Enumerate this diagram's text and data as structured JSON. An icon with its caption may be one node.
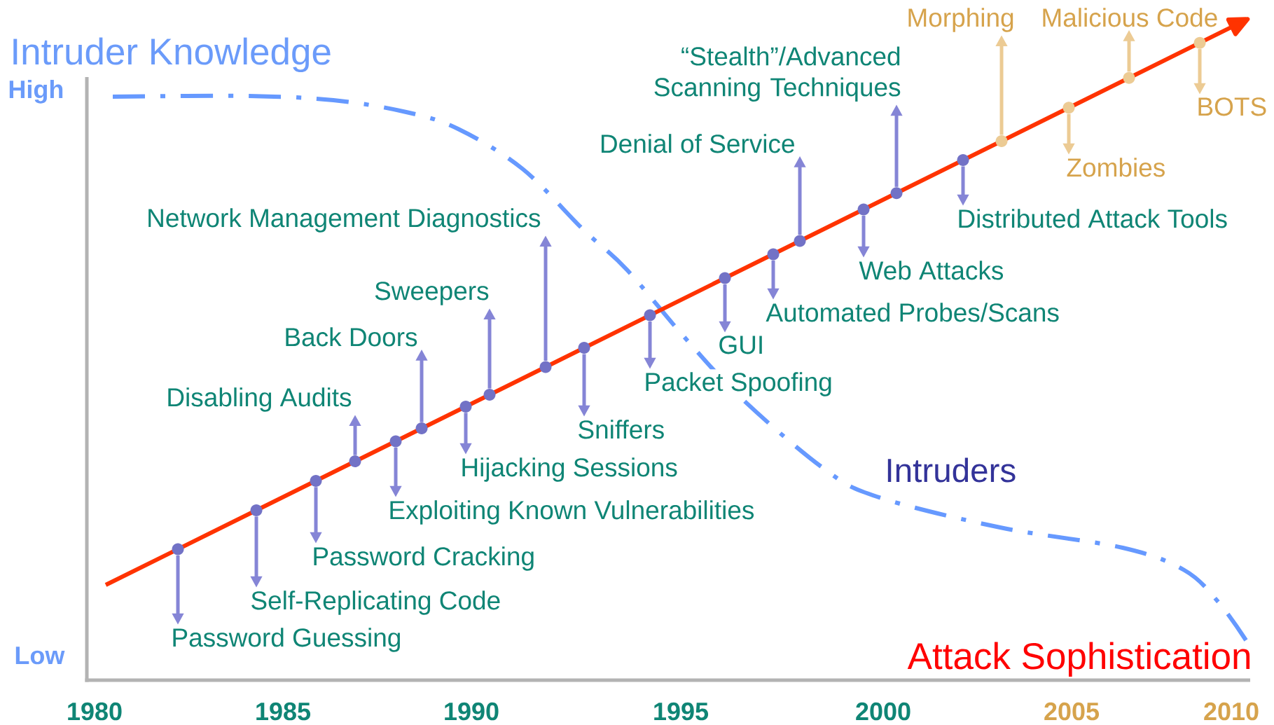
{
  "diagram": {
    "nodes": [
      {
        "text": [
          "Password Guessing"
        ]
      },
      {
        "text": [
          "Self-Replicating Code"
        ]
      },
      {
        "text": [
          "Password Cracking"
        ]
      },
      {
        "text": [
          "Disabling Audits"
        ]
      },
      {
        "text": [
          "Exploiting Known Vulnerabilities"
        ]
      },
      {
        "text": [
          "Back Doors"
        ]
      },
      {
        "text": [
          "Hijacking Sessions"
        ]
      },
      {
        "text": [
          "Sweepers"
        ]
      },
      {
        "text": [
          "Network Management Diagnostics"
        ]
      },
      {
        "text": [
          "Sniffers"
        ]
      },
      {
        "text": [
          "Packet Spoofing"
        ]
      },
      {
        "text": [
          "GUI"
        ]
      },
      {
        "text": [
          "Automated Probes/Scans"
        ]
      },
      {
        "text": [
          "Denial of Service"
        ]
      },
      {
        "text": [
          "Web Attacks"
        ]
      },
      {
        "text": [
          "“Stealth”/Advanced Scanning Techniques"
        ]
      },
      {
        "text": [
          "Distributed Attack Tools"
        ]
      },
      {
        "text": [
          "Morphing"
        ]
      },
      {
        "text": [
          "Zombies"
        ]
      },
      {
        "text": [
          "Malicious Code"
        ]
      },
      {
        "text": [
          "BOTS"
        ]
      },
      {
        "text": [],
        "shape": "circle"
      },
      {
        "text": [],
        "shape": "circle"
      },
      {
        "text": [],
        "shape": "circle"
      },
      {
        "text": [],
        "shape": "circle"
      },
      {
        "text": [],
        "shape": "circle"
      },
      {
        "text": [],
        "shape": "circle"
      },
      {
        "text": [],
        "shape": "circle"
      },
      {
        "text": [],
        "shape": "circle"
      },
      {
        "text": [],
        "shape": "circle"
      },
      {
        "text": [],
        "shape": "circle"
      },
      {
        "text": [],
        "shape": "circle"
      },
      {
        "text": [],
        "shape": "circle"
      },
      {
        "text": [],
        "shape": "circle"
      },
      {
        "text": [],
        "shape": "circle"
      },
      {
        "text": [],
        "shape": "circle"
      },
      {
        "text": [],
        "shape": "circle"
      },
      {
        "text": [],
        "shape": "circle"
      },
      {
        "text": [],
        "shape": "circle"
      },
      {
        "text": [],
        "shape": "circle"
      },
      {
        "text": [],
        "shape": "circle"
      },
      {
        "text": [],
        "shape": "circle"
      }
    ],
    "edges": [
      {
        "from": 21,
        "to": 0,
        "arrow": "to"
      },
      {
        "from": 22,
        "to": 1,
        "arrow": "to"
      },
      {
        "from": 23,
        "to": 2,
        "arrow": "to"
      },
      {
        "from": 24,
        "to": 3,
        "arrow": "to"
      },
      {
        "from": 25,
        "to": 4,
        "arrow": "to"
      },
      {
        "from": 26,
        "to": 5,
        "arrow": "to"
      },
      {
        "from": 27,
        "to": 6,
        "arrow": "to"
      },
      {
        "from": 28,
        "to": 7,
        "arrow": "to"
      },
      {
        "from": 29,
        "to": 8,
        "arrow": "to"
      },
      {
        "from": 30,
        "to": 9,
        "arrow": "to"
      },
      {
        "from": 31,
        "to": 10,
        "arrow": "to"
      },
      {
        "from": 32,
        "to": 11,
        "arrow": "to"
      },
      {
        "from": 33,
        "to": 12,
        "arrow": "to"
      },
      {
        "from": 34,
        "to": 13,
        "arrow": "to"
      },
      {
        "from": 35,
        "to": 14,
        "arrow": "to"
      },
      {
        "from": 36,
        "to": 15,
        "arrow": "to"
      },
      {
        "from": 37,
        "to": 16,
        "arrow": "to"
      },
      {
        "from": 38,
        "to": 17,
        "arrow": "to",
        "color": "#eccb94"
      },
      {
        "from": 39,
        "to": 18,
        "arrow": "to",
        "color": "#eccb94"
      },
      {
        "from": 40,
        "to": 19,
        "arrow": "to",
        "color": "#eccb94"
      },
      {
        "from": 41,
        "to": 20,
        "arrow": "to",
        "color": "#eccb94"
      }
    ],
    "labels": [
      "Intruder Knowledge",
      "High",
      "Intruders",
      "Low",
      "Attack Sophistication",
      "1980",
      "1985",
      "1990",
      "1995",
      "2000",
      "2005",
      "2010"
    ]
  }
}
